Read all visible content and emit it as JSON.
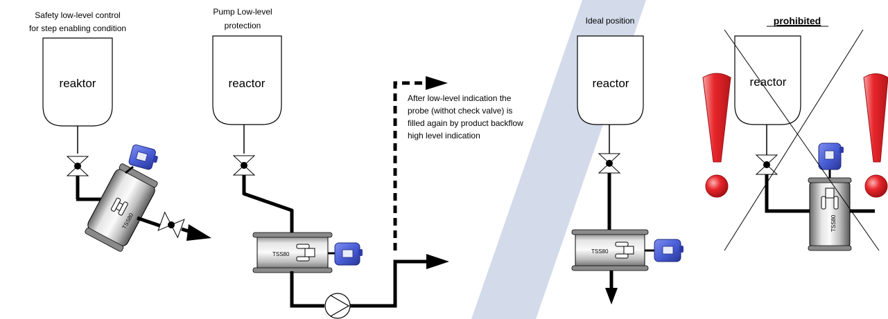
{
  "panels": {
    "p1": {
      "caption_line1": "Safety low-level control",
      "caption_line2": "for step enabling condition",
      "vessel_label": "reaktor",
      "device_label": "TSS80"
    },
    "p2": {
      "caption_line1": "Pump Low-level",
      "caption_line2": "protection",
      "vessel_label": "reactor",
      "device_label": "TSS80"
    },
    "note": {
      "line1": "After low-level indication the",
      "line2": "probe (withot check valve) is",
      "line3": "filled again by product backflow",
      "line4": "high level indication"
    },
    "p3": {
      "caption": "Ideal position",
      "vessel_label": "reactor",
      "device_label": "TSS80"
    },
    "p4": {
      "caption": "prohibited",
      "vessel_label": "reactor",
      "device_label": "TSS80"
    }
  },
  "colors": {
    "band": "#d3daea",
    "transmitter": "#4a5fd6",
    "warning": "#e8262b",
    "line": "#000000"
  },
  "icons": [
    "valve-icon",
    "pump-icon",
    "arrow-icon",
    "exclamation-icon",
    "cross-icon"
  ]
}
